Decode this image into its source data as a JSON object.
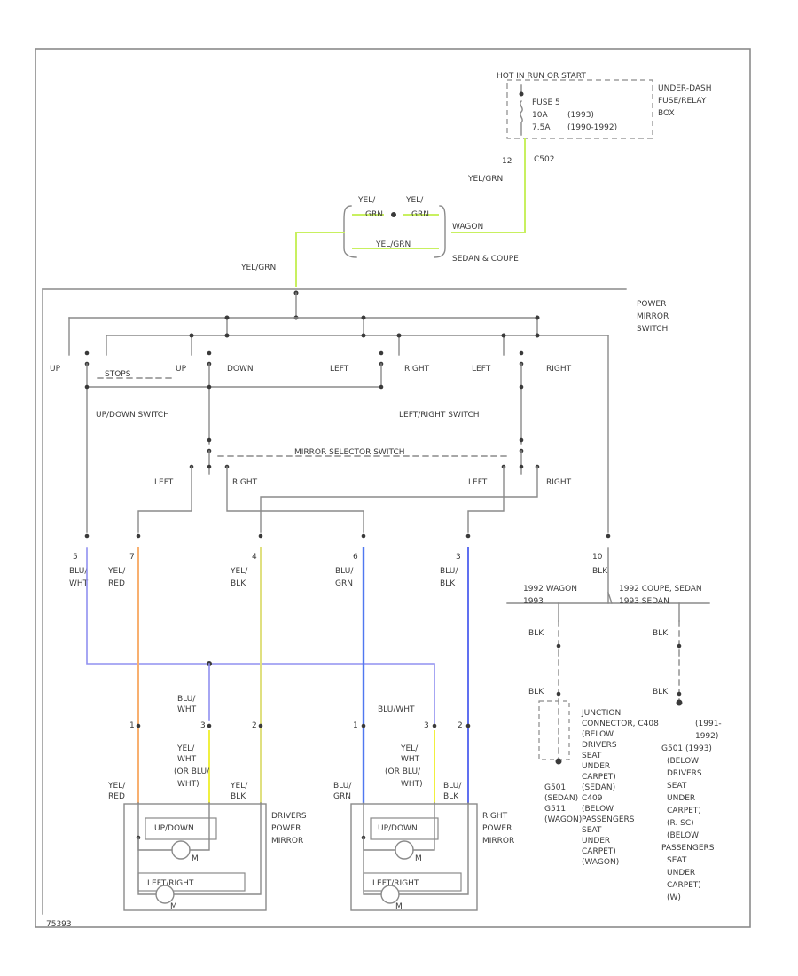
{
  "colors": {
    "wire_gray": "#8a8a8a",
    "yel_grn": "#c8f060",
    "yel_red": "#f8b070",
    "yel_blk": "#e0e080",
    "blu_grn": "#5078f0",
    "blu_blk": "#6070f0",
    "blu_wht": "#9090f0",
    "yel_wht": "#f0f040"
  },
  "fuse": {
    "hot_label": "HOT IN RUN OR START",
    "name": "FUSE 5",
    "rating_1": "10A",
    "years_1": "(1993)",
    "rating_2": "7.5A",
    "years_2": "(1990-1992)",
    "box_label_1": "UNDER-DASH",
    "box_label_2": "FUSE/RELAY",
    "box_label_3": "BOX",
    "pin": "12",
    "connector": "C502",
    "wire": "YEL/GRN"
  },
  "splice": {
    "wire_a": "YEL/",
    "wire_a2": "GRN",
    "wire_b": "YEL/",
    "wire_b2": "GRN",
    "wire_c": "YEL/GRN",
    "wagon": "WAGON",
    "sedan_coupe": "SEDAN & COUPE",
    "feed": "YEL/GRN"
  },
  "switch": {
    "title_1": "POWER",
    "title_2": "MIRROR",
    "title_3": "SWITCH",
    "up": "UP",
    "stops": "STOPS",
    "up2": "UP",
    "down": "DOWN",
    "left1": "LEFT",
    "right1": "RIGHT",
    "left2": "LEFT",
    "right2": "RIGHT",
    "updown_switch": "UP/DOWN SWITCH",
    "leftright_switch": "LEFT/RIGHT SWITCH",
    "selector": "MIRROR SELECTOR SWITCH",
    "sel_left1": "LEFT",
    "sel_right1": "RIGHT",
    "sel_left2": "LEFT",
    "sel_right2": "RIGHT"
  },
  "pins": [
    {
      "pin": "5",
      "wire1": "BLU/",
      "wire2": "WHT"
    },
    {
      "pin": "7",
      "wire1": "YEL/",
      "wire2": "RED"
    },
    {
      "pin": "4",
      "wire1": "YEL/",
      "wire2": "BLK"
    },
    {
      "pin": "6",
      "wire1": "BLU/",
      "wire2": "GRN"
    },
    {
      "pin": "3",
      "wire1": "BLU/",
      "wire2": "BLK"
    },
    {
      "pin": "10",
      "wire1": "BLK",
      "wire2": ""
    }
  ],
  "ground": {
    "wagon_years": "1992 WAGON",
    "wagon_w": "1993",
    "coupe_label": "1992 COUPE, SEDAN",
    "coupe_w": "1993 SEDAN",
    "blk1": "BLK",
    "blk2": "BLK",
    "blk3": "BLK",
    "blk4": "BLK",
    "jc_1": "JUNCTION",
    "jc_2": "CONNECTOR, C408",
    "jc_3": "(BELOW",
    "jc_4": "DRIVERS",
    "jc_5": "SEAT",
    "jc_6": "UNDER",
    "jc_7": "CARPET)",
    "jc_8": "(SEDAN)",
    "jc_9": "C409",
    "jc_10": "(BELOW",
    "jc_11": "PASSENGERS",
    "jc_12": "SEAT",
    "jc_13": "UNDER",
    "jc_14": "CARPET)",
    "jc_15": "(WAGON)",
    "g_1": "G501",
    "g_2": "(SEDAN)",
    "g_3": "G511",
    "g_4": "(WAGON)",
    "r_1": "(1991-",
    "r_2": "1992)",
    "r_3": "G501 (1993)",
    "r_4": "(BELOW",
    "r_5": "DRIVERS",
    "r_6": "SEAT",
    "r_7": "UNDER",
    "r_8": "CARPET)",
    "r_9": "(R. SC)",
    "r_10": "(BELOW",
    "r_11": "PASSENGERS",
    "r_12": "SEAT",
    "r_13": "UNDER",
    "r_14": "CARPET)",
    "r_15": "(W)"
  },
  "mirror_left": {
    "pin1": "1",
    "pin2": "3",
    "pin3": "2",
    "wire_bw1": "BLU/",
    "wire_bw2": "WHT",
    "alt_1": "YEL/",
    "alt_2": "WHT",
    "alt_3": "(OR BLU/",
    "alt_4": "WHT)",
    "w_a1": "YEL/",
    "w_a2": "RED",
    "w_b1": "YEL/",
    "w_b2": "BLK",
    "name_1": "DRIVERS",
    "name_2": "POWER",
    "name_3": "MIRROR",
    "motor_1": "UP/DOWN",
    "motor_2": "LEFT/RIGHT",
    "m": "M"
  },
  "mirror_right": {
    "pin1": "1",
    "pin2": "3",
    "pin3": "2",
    "wire_bw": "BLU/WHT",
    "alt_1": "YEL/",
    "alt_2": "WHT",
    "alt_3": "(OR BLU/",
    "alt_4": "WHT)",
    "w_a1": "BLU/",
    "w_a2": "GRN",
    "w_b1": "BLU/",
    "w_b2": "BLK",
    "name_1": "RIGHT",
    "name_2": "POWER",
    "name_3": "MIRROR",
    "motor_1": "UP/DOWN",
    "motor_2": "LEFT/RIGHT",
    "m": "M"
  },
  "footer_code": "75393"
}
